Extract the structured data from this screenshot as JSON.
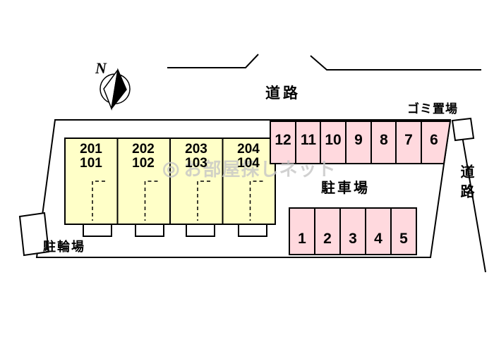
{
  "compass": {
    "north_label": "N"
  },
  "roads": {
    "top": "道路",
    "right": "道路"
  },
  "labels": {
    "garbage": "ゴミ置場",
    "parking": "駐車場",
    "bicycle": "駐輪場"
  },
  "building": {
    "units": [
      {
        "upper": "201",
        "lower": "101"
      },
      {
        "upper": "202",
        "lower": "102"
      },
      {
        "upper": "203",
        "lower": "103"
      },
      {
        "upper": "204",
        "lower": "104"
      }
    ]
  },
  "parking": {
    "top_row": [
      "12",
      "11",
      "10",
      "9",
      "8",
      "7",
      "6"
    ],
    "bottom_row": [
      "1",
      "2",
      "3",
      "4",
      "5"
    ]
  },
  "watermark": {
    "logo": "◎",
    "text": "お部屋探しネット"
  },
  "colors": {
    "unit_fill": "#ffffc8",
    "parking_fill": "#ffd9de",
    "line_color": "#000000",
    "watermark_color": "#c6c6c6"
  }
}
